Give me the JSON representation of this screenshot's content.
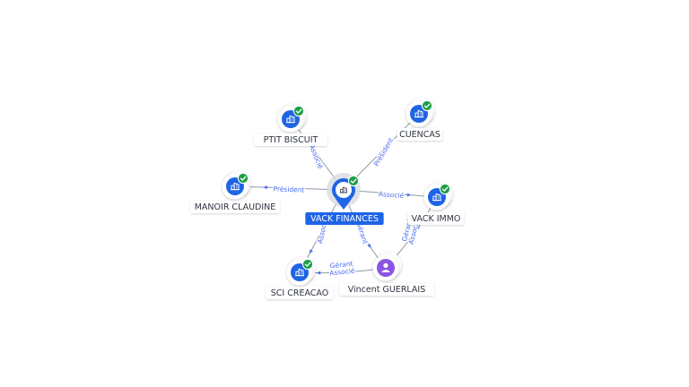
{
  "colors": {
    "edge": "#8f9aa6",
    "edge_label": "#4a6cf0",
    "company": "#1e64e6",
    "person": "#8a55e0",
    "check": "#1e9e4a",
    "main_label_bg": "#1e64e6",
    "main_halo": "#d9dde3"
  },
  "center": {
    "label": "VACK FINANCES",
    "icon": "company-icon",
    "verified": true
  },
  "nodes": [
    {
      "id": "ptit-biscuit",
      "label": "PTIT BISCUIT",
      "icon": "company-icon",
      "verified": true
    },
    {
      "id": "cuencas",
      "label": "CUENCAS",
      "icon": "company-icon",
      "verified": true
    },
    {
      "id": "manoir-claudine",
      "label": "MANOIR CLAUDINE",
      "icon": "company-icon",
      "verified": true
    },
    {
      "id": "vack-immo",
      "label": "VACK IMMO",
      "icon": "company-icon",
      "verified": true
    },
    {
      "id": "sci-creacao",
      "label": "SCI CREACAO",
      "icon": "company-icon",
      "verified": true
    },
    {
      "id": "vincent-guerlais",
      "label": "Vincent GUERLAIS",
      "icon": "person-icon",
      "verified": false
    }
  ],
  "edges": [
    {
      "id": "center-ptit-biscuit",
      "labels": [
        "Associé"
      ]
    },
    {
      "id": "center-cuencas",
      "labels": [
        "Président"
      ]
    },
    {
      "id": "center-manoir-claudine",
      "labels": [
        "Président"
      ]
    },
    {
      "id": "center-vack-immo",
      "labels": [
        "Associé"
      ]
    },
    {
      "id": "center-sci-creacao",
      "labels": [
        "Associé"
      ]
    },
    {
      "id": "center-vincent-guerlais",
      "labels": [
        "Gérant"
      ]
    },
    {
      "id": "vincent-guerlais-sci-creacao",
      "labels": [
        "Gérant",
        "Associé"
      ]
    },
    {
      "id": "vincent-guerlais-vack-immo",
      "labels": [
        "Gérant",
        "Associé"
      ]
    }
  ]
}
